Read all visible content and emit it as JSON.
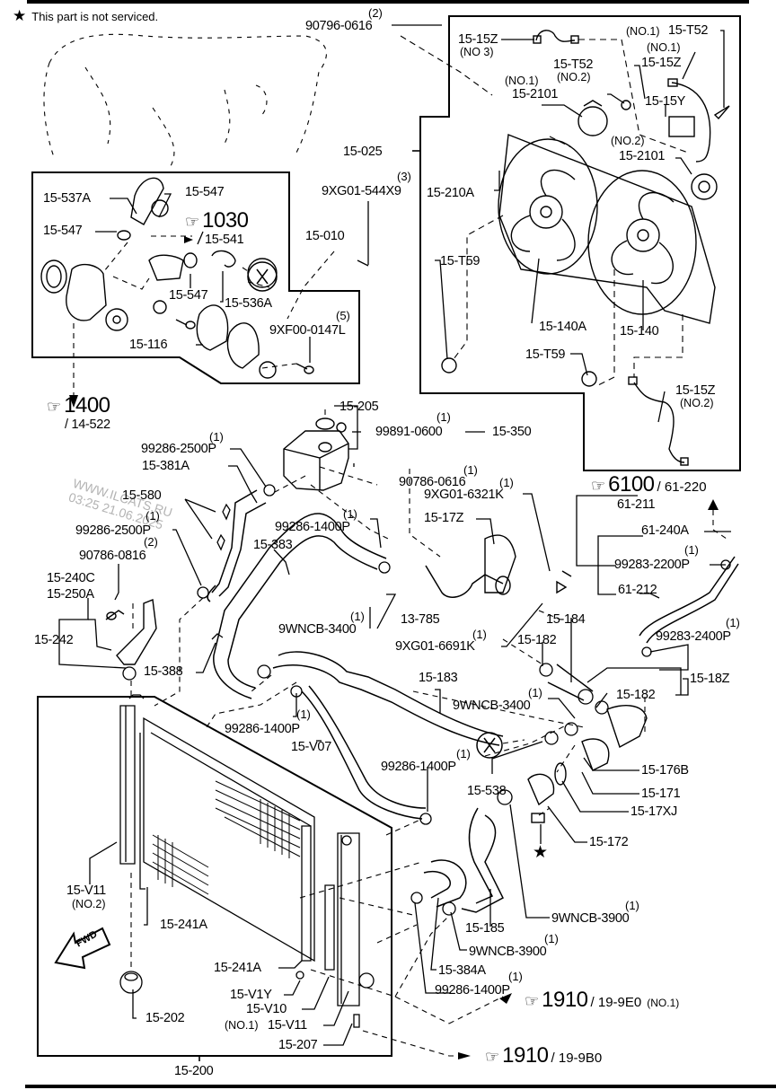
{
  "note": {
    "icon": "star-icon",
    "text": "This part is not serviced."
  },
  "watermark": {
    "site": "WWW.ILCATS.RU",
    "stamp": "03:25 21.06.2025"
  },
  "callouts": {
    "bolt_top": {
      "qty": "(2)",
      "part": "90796-0616"
    },
    "fan_assembly": "15-025",
    "harness_no3": {
      "part": "15-15Z",
      "sub": "(NO 3)"
    },
    "t52_no1": {
      "prefix": "(NO.1)",
      "part": "15-T52"
    },
    "harness_no1": {
      "sub": "(NO.1)",
      "part": "15-15Z"
    },
    "t52_no2": {
      "part": "15-T52",
      "sub": "(NO.2)"
    },
    "motor_no1": {
      "sub": "(NO.1)",
      "part": "15-2101"
    },
    "resistor": "15-15Y",
    "motor_no2": {
      "sub": "(NO.2)",
      "part": "15-2101"
    },
    "bolt_544": {
      "qty": "(3)",
      "part": "9XG01-544X9"
    },
    "shroud": "15-210A",
    "t59_left": "15-T59",
    "fan_no1": "15-140A",
    "fan_no2": "15-140",
    "t59_right": "15-T59",
    "harness_no2": {
      "part": "15-15Z",
      "sub": "(NO.2)"
    },
    "pump_assembly": "15-010",
    "hose_537a": "15-537A",
    "clamp_547_a": "15-547",
    "clamp_547_b": "15-547",
    "ref_1030": {
      "icon": "hand-pointer-icon",
      "page": "1030"
    },
    "hose_541": "15-541",
    "clamp_547_c": "15-547",
    "hose_536a": "15-536A",
    "bolt_0147l": {
      "qty": "(5)",
      "part": "9XF00-0147L"
    },
    "gasket_116": "15-116",
    "ref_1400": {
      "icon": "hand-pointer-icon",
      "page": "1400",
      "sub": "/ 14-522"
    },
    "cap_205": "15-205",
    "nut_99891": {
      "qty": "(1)",
      "part": "99891-0600"
    },
    "reservoir": "15-350",
    "clamp_2500p_a": {
      "qty": "(1)",
      "part": "99286-2500P"
    },
    "hose_381a": "15-381A",
    "clip_580": "15-580",
    "clamp_2500p_b": {
      "qty": "(1)",
      "part": "99286-2500P"
    },
    "bolt_0816": {
      "qty": "(2)",
      "part": "90786-0816"
    },
    "bracket_240c": "15-240C",
    "bracket_250a": "15-250A",
    "mount_242": "15-242",
    "hose_383": "15-383",
    "clamp_1400p_a": {
      "qty": "(1)",
      "part": "99286-1400P"
    },
    "bolt_90786_0616": {
      "qty": "(1)",
      "part": "90786-0616"
    },
    "bolt_6321k": {
      "qty": "(1)",
      "part": "9XG01-6321K"
    },
    "housing_17z": "15-17Z",
    "ref_6100": {
      "icon": "hand-pointer-icon",
      "page": "6100",
      "sub": "/ 61-220"
    },
    "pipe_211": "61-211",
    "pipe_240a": "61-240A",
    "clamp_2200p": {
      "qty": "(1)",
      "part": "99283-2200P"
    },
    "pipe_212": "61-212",
    "clamp_2400p": {
      "qty": "(1)",
      "part": "99283-2400P"
    },
    "clamp_wncb3400_a": {
      "qty": "(1)",
      "part": "9WNCB-3400"
    },
    "clamp_785": "13-785",
    "bolt_6691k": {
      "qty": "(1)",
      "part": "9XG01-6691K"
    },
    "hose_184": "15-184",
    "clamp_182_a": "15-182",
    "hose_set_18z": "15-18Z",
    "clamp_182_b": "15-182",
    "clip_388": "15-388",
    "clamp_1400p_b": {
      "qty": "(1)",
      "part": "99286-1400P"
    },
    "hose_v07": "15-V07",
    "hose_183": "15-183",
    "clamp_wncb3400_b": {
      "qty": "(1)",
      "part": "9WNCB-3400"
    },
    "clamp_1400p_c": {
      "qty": "(1)",
      "part": "99286-1400P"
    },
    "housing_176b": "15-176B",
    "thermostat_171": "15-171",
    "gasket_17xj": "15-17XJ",
    "hose_538": "15-538",
    "cover_172": "15-172",
    "drain_v11_no2": {
      "part": "15-V11",
      "sub": "(NO.2)"
    },
    "seal_241a_a": "15-241A",
    "seal_241a_b": "15-241A",
    "plug_v1y": "15-V1Y",
    "plug_v10": "15-V10",
    "drain_v11_no1": {
      "prefix": "(NO.1)",
      "part": "15-V11"
    },
    "drain_207": "15-207",
    "mount_202": "15-202",
    "radiator": "15-200",
    "hose_185": "15-185",
    "clamp_wncb3900_a": {
      "qty": "(1)",
      "part": "9WNCB-3900"
    },
    "clamp_wncb3900_b": {
      "qty": "(1)",
      "part": "9WNCB-3900"
    },
    "hose_384a": "15-384A",
    "clamp_1400p_d": {
      "qty": "(1)",
      "part": "99286-1400P"
    },
    "ref_1910_a": {
      "icon": "hand-pointer-icon",
      "page": "1910",
      "sub": "/ 19-9E0",
      "tag": "(NO.1)"
    },
    "ref_1910_b": {
      "icon": "hand-pointer-icon",
      "page": "1910",
      "sub": "/ 19-9B0"
    },
    "fwd_arrow": {
      "icon": "forward-arrow-icon",
      "text": "FWD"
    }
  }
}
